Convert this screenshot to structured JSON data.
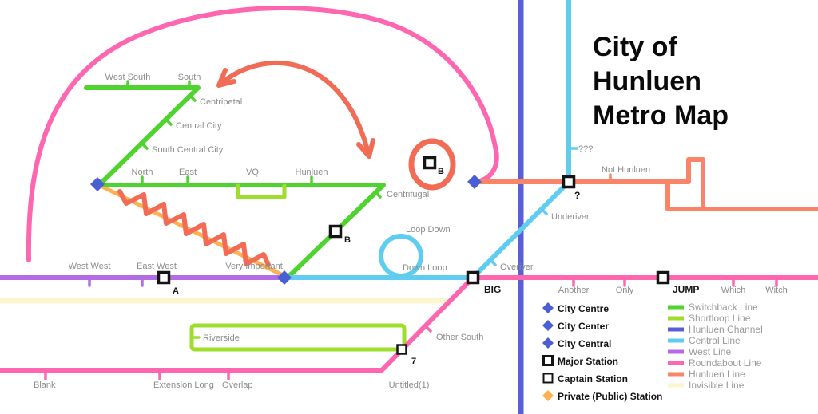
{
  "title": {
    "line1": "City of",
    "line2": "Hunluen",
    "line3": "Metro Map"
  },
  "colors": {
    "switchback": "#4fd32f",
    "shortloop": "#9edd2c",
    "channel": "#5b5fd6",
    "central": "#5ecdf0",
    "west": "#b36be6",
    "roundabout": "#ff66b0",
    "hunluen": "#fa8468",
    "invisible": "#fbf5d0",
    "orange": "#ffb050",
    "annotation": "#f26b54",
    "diamond": "#4a5fd6",
    "marker_black": "#141414"
  },
  "stations": {
    "west_south": "West South",
    "south": "South",
    "centripetal": "Centripetal",
    "central_city": "Central City",
    "south_central_city": "South Central City",
    "north": "North",
    "east": "East",
    "vq": "VQ",
    "hunluen": "Hunluen",
    "centrifugal": "Centrifugal",
    "b_upper": "B",
    "b_mid": "B",
    "loop_down": "Loop Down",
    "down_loop": "Down Loop",
    "west_west": "West West",
    "east_west": "East West",
    "a": "A",
    "very_important": "Very Important",
    "big": "BIG",
    "another": "Another",
    "only": "Only",
    "jump": "JUMP",
    "which": "Which",
    "witch": "Witch",
    "qqq": "???",
    "not_hunluen": "Not Hunluen",
    "q": "?",
    "underiver": "Underiver",
    "overiver": "Overiver",
    "riverside": "Riverside",
    "other_south": "Other South",
    "seven": "7",
    "untitled": "Untitled(1)",
    "overlap": "Overlap",
    "extension_long": "Extension Long",
    "blank": "Blank"
  },
  "legend": {
    "markers": [
      {
        "label": "City Centre",
        "type": "diamond-blue"
      },
      {
        "label": "City Center",
        "type": "diamond-blue"
      },
      {
        "label": "City Central",
        "type": "diamond-blue"
      },
      {
        "label": "Major Station",
        "type": "square-major"
      },
      {
        "label": "Captain Station",
        "type": "square-captain"
      },
      {
        "label": "Private (Public) Station",
        "type": "diamond-orange"
      }
    ],
    "lines": [
      {
        "label": "Switchback Line",
        "color": "#4fd32f"
      },
      {
        "label": "Shortloop Line",
        "color": "#9edd2c"
      },
      {
        "label": "Hunluen Channel",
        "color": "#5b5fd6"
      },
      {
        "label": "Central Line",
        "color": "#5ecdf0"
      },
      {
        "label": "West Line",
        "color": "#b36be6"
      },
      {
        "label": "Roundabout Line",
        "color": "#ff66b0"
      },
      {
        "label": "Hunluen Line",
        "color": "#fa8468"
      },
      {
        "label": "Invisible Line",
        "color": "#fbf5d0"
      }
    ]
  }
}
